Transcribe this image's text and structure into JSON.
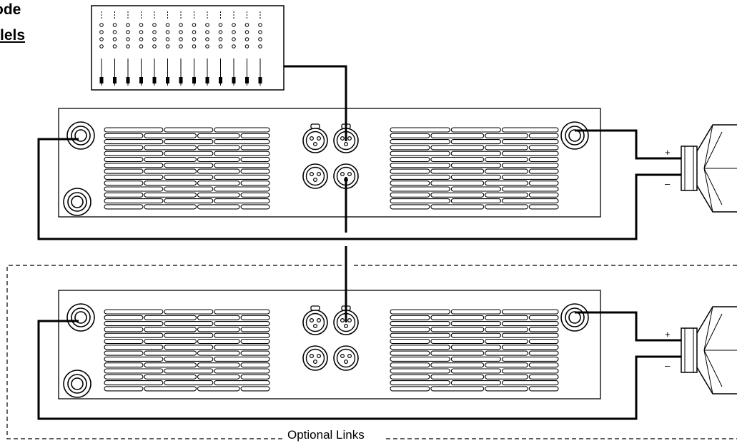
{
  "header": {
    "title_line1": "ode",
    "title_line2": "lels"
  },
  "labels": {
    "optional_links": "Optional Links",
    "plus": "+",
    "minus": "–"
  },
  "colors": {
    "line": "#000000",
    "background": "#ffffff"
  }
}
